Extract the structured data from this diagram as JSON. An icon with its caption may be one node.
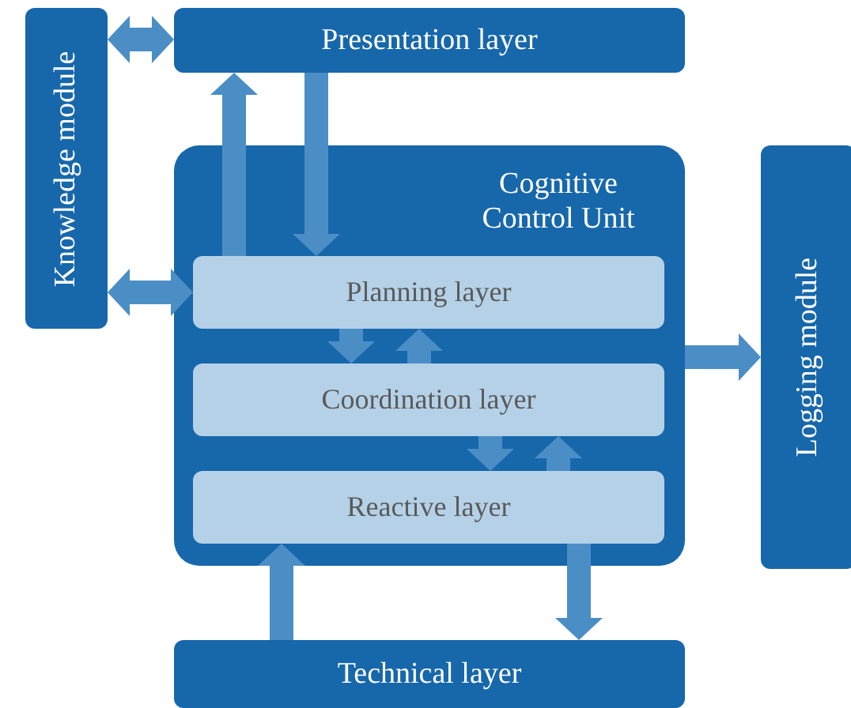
{
  "diagram": {
    "nodes": [
      {
        "text": [
          "Knowledge module"
        ]
      },
      {
        "text": [
          "Presentation layer"
        ]
      },
      {
        "text": [
          "Cognitive Control Unit"
        ]
      },
      {
        "text": [
          "Planning layer"
        ],
        "in": 2
      },
      {
        "text": [
          "Coordination layer"
        ],
        "in": 2
      },
      {
        "text": [
          "Reactive layer"
        ],
        "in": 2
      },
      {
        "text": [
          "Logging module"
        ]
      },
      {
        "text": [
          "Technical layer"
        ]
      }
    ],
    "edges": [
      {
        "from": 0,
        "to": 1,
        "arrow": "both"
      },
      {
        "from": 0,
        "to": 3,
        "arrow": "both"
      },
      {
        "from": 3,
        "to": 1,
        "arrow": "to"
      },
      {
        "from": 1,
        "to": 3,
        "arrow": "to"
      },
      {
        "from": 3,
        "to": 4,
        "arrow": "to"
      },
      {
        "from": 4,
        "to": 3,
        "arrow": "to"
      },
      {
        "from": 4,
        "to": 5,
        "arrow": "to"
      },
      {
        "from": 5,
        "to": 4,
        "arrow": "to"
      },
      {
        "from": 2,
        "to": 6,
        "arrow": "to"
      },
      {
        "from": 7,
        "to": 5,
        "arrow": "to"
      },
      {
        "from": 5,
        "to": 7,
        "arrow": "to"
      }
    ]
  }
}
